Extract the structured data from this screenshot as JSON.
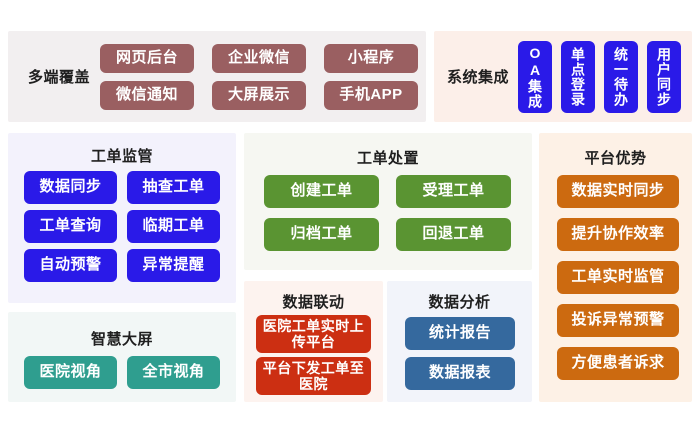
{
  "colors": {
    "page_bg": "#ffffff",
    "panel_multiend_bg": "#f2eff0",
    "panel_sysint_bg": "#fcefe9",
    "panel_supervise_bg": "#f3f2fc",
    "panel_bigscreen_bg": "#f2f7f6",
    "panel_dispose_bg": "#f6f7f2",
    "panel_linkage_bg": "#fdf3ef",
    "panel_analysis_bg": "#f2f4fa",
    "panel_advantage_bg": "#fdf1e6",
    "btn_mauve": "#9a5f61",
    "btn_blue": "#2a1ae8",
    "btn_teal": "#2f9e8f",
    "btn_green": "#5a9432",
    "btn_red": "#cc2f12",
    "btn_steel": "#35699e",
    "btn_orange": "#cc6a10",
    "text_dark": "#1f1f1f",
    "text_on_button": "#ffffff"
  },
  "multi_end_coverage": {
    "label": "多端覆盖",
    "buttons": [
      {
        "label": "网页后台"
      },
      {
        "label": "企业微信"
      },
      {
        "label": "小程序"
      },
      {
        "label": "微信通知"
      },
      {
        "label": "大屏展示"
      },
      {
        "label": "手机APP"
      }
    ]
  },
  "system_integration": {
    "label": "系统集成",
    "buttons": [
      {
        "label": "OA集成"
      },
      {
        "label": "单点登录"
      },
      {
        "label": "统一待办"
      },
      {
        "label": "用户同步"
      }
    ]
  },
  "work_order_supervision": {
    "title": "工单监管",
    "buttons": [
      {
        "label": "数据同步"
      },
      {
        "label": "抽查工单"
      },
      {
        "label": "工单查询"
      },
      {
        "label": "临期工单"
      },
      {
        "label": "自动预警"
      },
      {
        "label": "异常提醒"
      }
    ]
  },
  "smart_big_screen": {
    "title": "智慧大屏",
    "buttons": [
      {
        "label": "医院视角"
      },
      {
        "label": "全市视角"
      }
    ]
  },
  "work_order_dispose": {
    "title": "工单处置",
    "buttons": [
      {
        "label": "创建工单"
      },
      {
        "label": "受理工单"
      },
      {
        "label": "归档工单"
      },
      {
        "label": "回退工单"
      }
    ]
  },
  "data_linkage": {
    "title": "数据联动",
    "buttons": [
      {
        "label": "医院工单实时上传平台"
      },
      {
        "label": "平台下发工单至医院"
      }
    ]
  },
  "data_analysis": {
    "title": "数据分析",
    "buttons": [
      {
        "label": "统计报告"
      },
      {
        "label": "数据报表"
      }
    ]
  },
  "platform_advantage": {
    "title": "平台优势",
    "buttons": [
      {
        "label": "数据实时同步"
      },
      {
        "label": "提升协作效率"
      },
      {
        "label": "工单实时监管"
      },
      {
        "label": "投诉异常预警"
      },
      {
        "label": "方便患者诉求"
      }
    ]
  }
}
